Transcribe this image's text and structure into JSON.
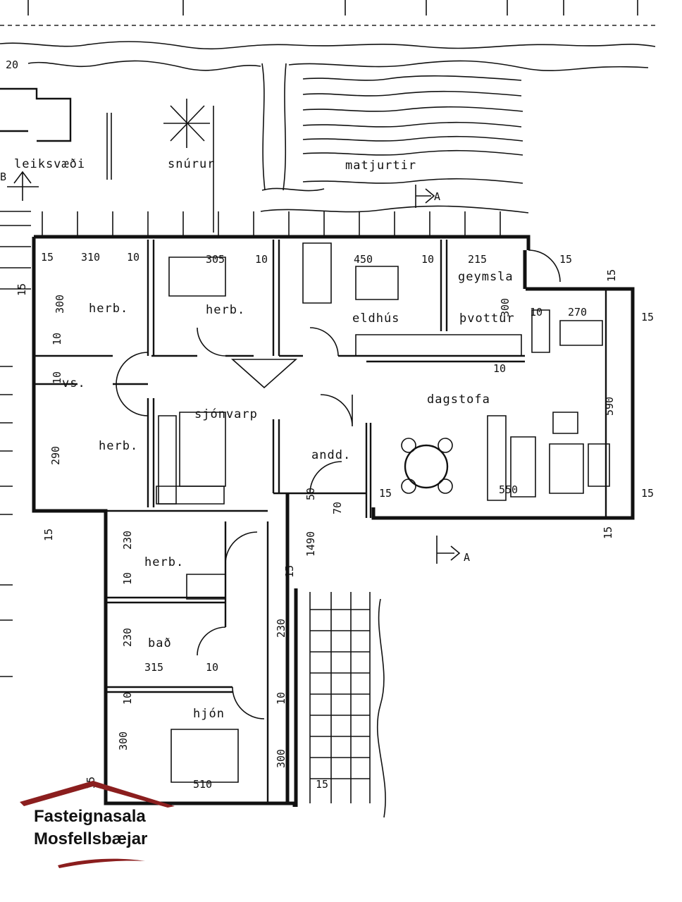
{
  "labels": {
    "leiksvaedi": "leiksvæði",
    "snurur": "snúrur",
    "matjurtir": "matjurtir",
    "herb1": "herb.",
    "herb2": "herb.",
    "herb3": "herb.",
    "herb4": "herb.",
    "eldhus": "eldhús",
    "geymsla": "geymsla",
    "pvottur": "þvottur",
    "vs": "vs.",
    "sjonvarp": "sjónvarp",
    "dagstofa": "dagstofa",
    "andd": "andd.",
    "bad": "bað",
    "hjon": "hjón"
  },
  "dims": {
    "d20": "20",
    "d15a": "15",
    "d310": "310",
    "d10a": "10",
    "d305": "305",
    "d10b": "10",
    "d450": "450",
    "d10c": "10",
    "d215": "215",
    "d15b": "15",
    "d15c": "15",
    "d300a": "300",
    "d10d": "10",
    "d270": "270",
    "d15d": "15",
    "d300b": "300",
    "d10e": "10",
    "d10f": "10",
    "d10g": "10",
    "d590": "590",
    "d290": "290",
    "d15e": "15",
    "d15f": "15",
    "d550": "550",
    "d15g": "15",
    "d15h": "15",
    "d50": "50",
    "d70": "70",
    "d1490": "1490",
    "d230a": "230",
    "d10h": "10",
    "d15i": "15",
    "d230b": "230",
    "d230c": "230",
    "d315": "315",
    "d10i": "10",
    "d10j": "10",
    "d10k": "10",
    "d300c": "300",
    "d300d": "300",
    "d510": "510",
    "d15j": "15",
    "d15k": "15",
    "d15l": "15"
  },
  "section_markers": {
    "a1": "A",
    "a2": "A",
    "b": "B"
  },
  "brand": {
    "line1": "Fasteignasala",
    "line2": "Mosfellsbæjar",
    "color": "#8b1e1e"
  }
}
